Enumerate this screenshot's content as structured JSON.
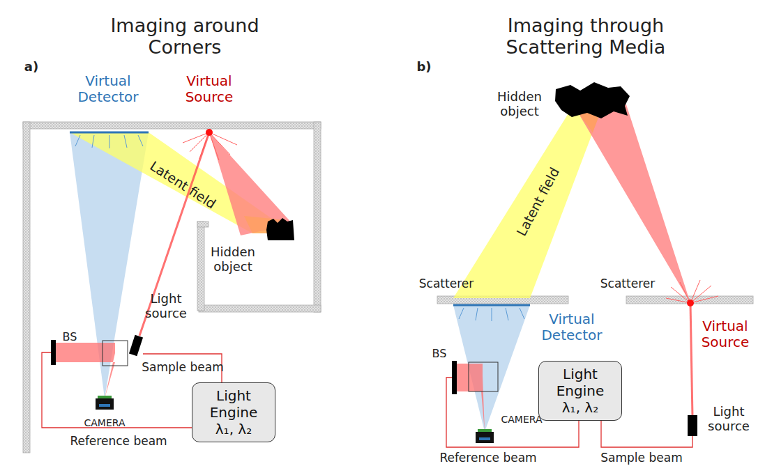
{
  "diagram": {
    "nodes": [
      {
        "text": [
          "Light Engine λ₁, λ₂"
        ]
      },
      {
        "text": [
          "Light Engine λ₁, λ₂"
        ]
      }
    ],
    "labels": [
      "Imaging around Corners",
      "Imaging through Scattering Media",
      "a)",
      "Virtual Detector",
      "Virtual Source",
      "Latent field",
      "Hidden object",
      "BS",
      "Light source",
      "Sample beam",
      "CAMERA",
      "Reference beam",
      "b)",
      "Hidden object",
      "Latent field",
      "Scatterer",
      "Scatterer",
      "Virtual Detector",
      "Virtual Source",
      "BS",
      "CAMERA",
      "Light source",
      "Reference beam",
      "Sample beam"
    ]
  }
}
